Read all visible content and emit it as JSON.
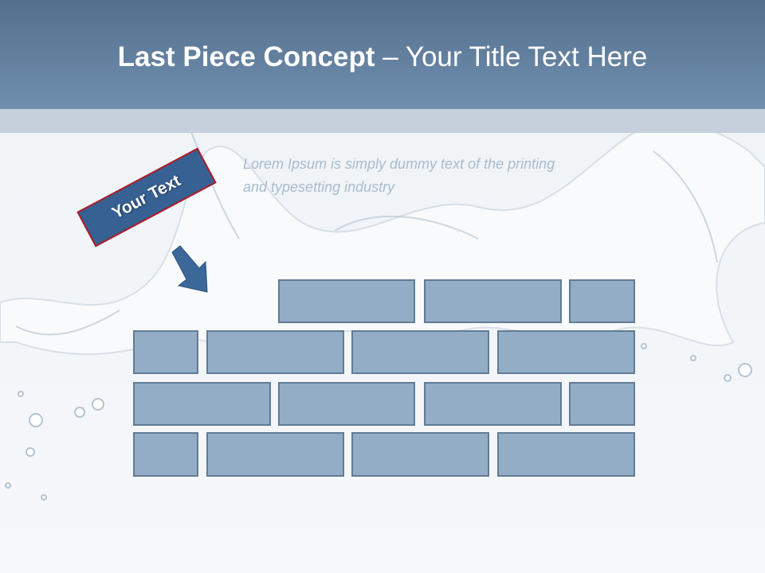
{
  "header": {
    "title_bold": "Last Piece Concept",
    "title_rest": " – Your Title Text Here"
  },
  "body": {
    "lorem": "Lorem Ipsum is simply dummy text of the printing and typesetting industry"
  },
  "tag": {
    "label": "Your Text"
  },
  "colors": {
    "header": "#6482a4",
    "brick_fill": "#94adc6",
    "brick_border": "#627b95",
    "tag_fill": "#376193",
    "tag_border": "#b01c26",
    "arrow": "#3b6799"
  },
  "icons": {
    "arrow": "arrow-down-right-icon"
  }
}
